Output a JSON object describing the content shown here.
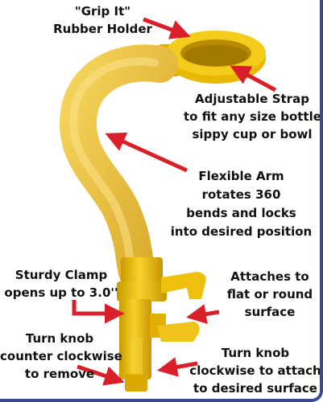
{
  "image": {
    "subject": "Flexible arm bottle holder clamp",
    "accent_color": "#e8c020",
    "arrow_color": "#d9202a",
    "border_color": "#3b4a8f"
  },
  "labels": {
    "grip": {
      "line1": "\"Grip It\"",
      "line2": "Rubber Holder"
    },
    "strap": {
      "line1": "Adjustable Strap",
      "line2": "to fit any size bottle",
      "line3": "sippy cup or bowl"
    },
    "arm": {
      "line1": "Flexible Arm",
      "line2": "rotates 360",
      "line3": "bends and locks",
      "line4": "into desired position"
    },
    "clamp": {
      "line1": "Sturdy Clamp",
      "line2": "opens up to 3.0''"
    },
    "attach": {
      "line1": "Attaches to",
      "line2": "flat or round",
      "line3": "surface"
    },
    "ccw": {
      "line1": "Turn knob",
      "line2": "counter clockwise",
      "line3": "to remove"
    },
    "cw": {
      "line1": "Turn knob",
      "line2": "clockwise to attach",
      "line3": "to desired surface"
    }
  }
}
